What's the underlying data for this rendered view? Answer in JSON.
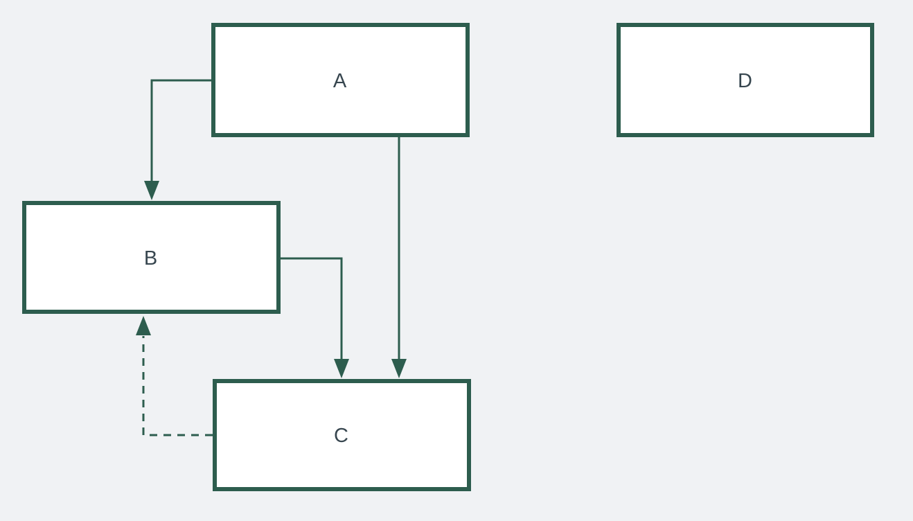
{
  "diagram": {
    "nodes": [
      {
        "id": "A",
        "label": "A"
      },
      {
        "id": "B",
        "label": "B"
      },
      {
        "id": "C",
        "label": "C"
      },
      {
        "id": "D",
        "label": "D"
      }
    ],
    "edges": [
      {
        "from": "A",
        "to": "B",
        "style": "solid",
        "arrowhead": "filled-triangle"
      },
      {
        "from": "A",
        "to": "C",
        "style": "solid",
        "arrowhead": "filled-triangle"
      },
      {
        "from": "B",
        "to": "C",
        "style": "solid",
        "arrowhead": "filled-triangle"
      },
      {
        "from": "C",
        "to": "B",
        "style": "dashed",
        "arrowhead": "filled-triangle"
      }
    ],
    "colors": {
      "background": "#f0f2f4",
      "node_border": "#2d5d4e",
      "node_fill": "#ffffff",
      "edge": "#2d5d4e",
      "label_text": "#37464f"
    }
  }
}
